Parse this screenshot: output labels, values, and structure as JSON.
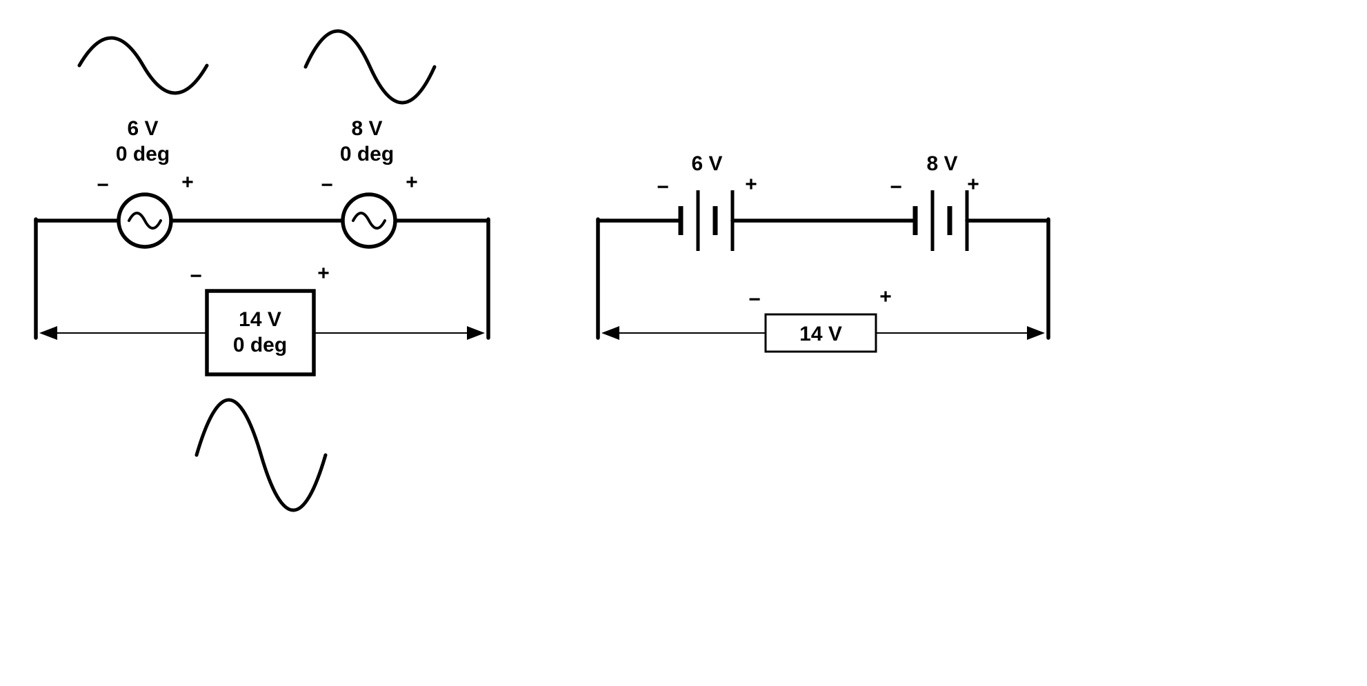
{
  "ac_circuit": {
    "source1": {
      "voltage": "6 V",
      "phase": "0 deg"
    },
    "source2": {
      "voltage": "8 V",
      "phase": "0 deg"
    },
    "total": {
      "voltage": "14 V",
      "phase": "0 deg"
    },
    "polarity": {
      "minus": "−",
      "plus": "+"
    }
  },
  "dc_circuit": {
    "battery1": {
      "voltage": "6 V"
    },
    "battery2": {
      "voltage": "8 V"
    },
    "total": {
      "voltage": "14 V"
    },
    "polarity": {
      "minus": "−",
      "plus": "+"
    }
  },
  "icons": {
    "waveform_small_6v": "sine-wave-icon",
    "waveform_small_8v": "sine-wave-icon",
    "waveform_large_14v": "sine-wave-icon",
    "ac_source": "ac-source-circle-icon",
    "battery": "battery-cells-icon",
    "span_arrow": "double-ended-arrow-icon"
  },
  "colors": {
    "line": "#000000",
    "background": "#ffffff"
  }
}
